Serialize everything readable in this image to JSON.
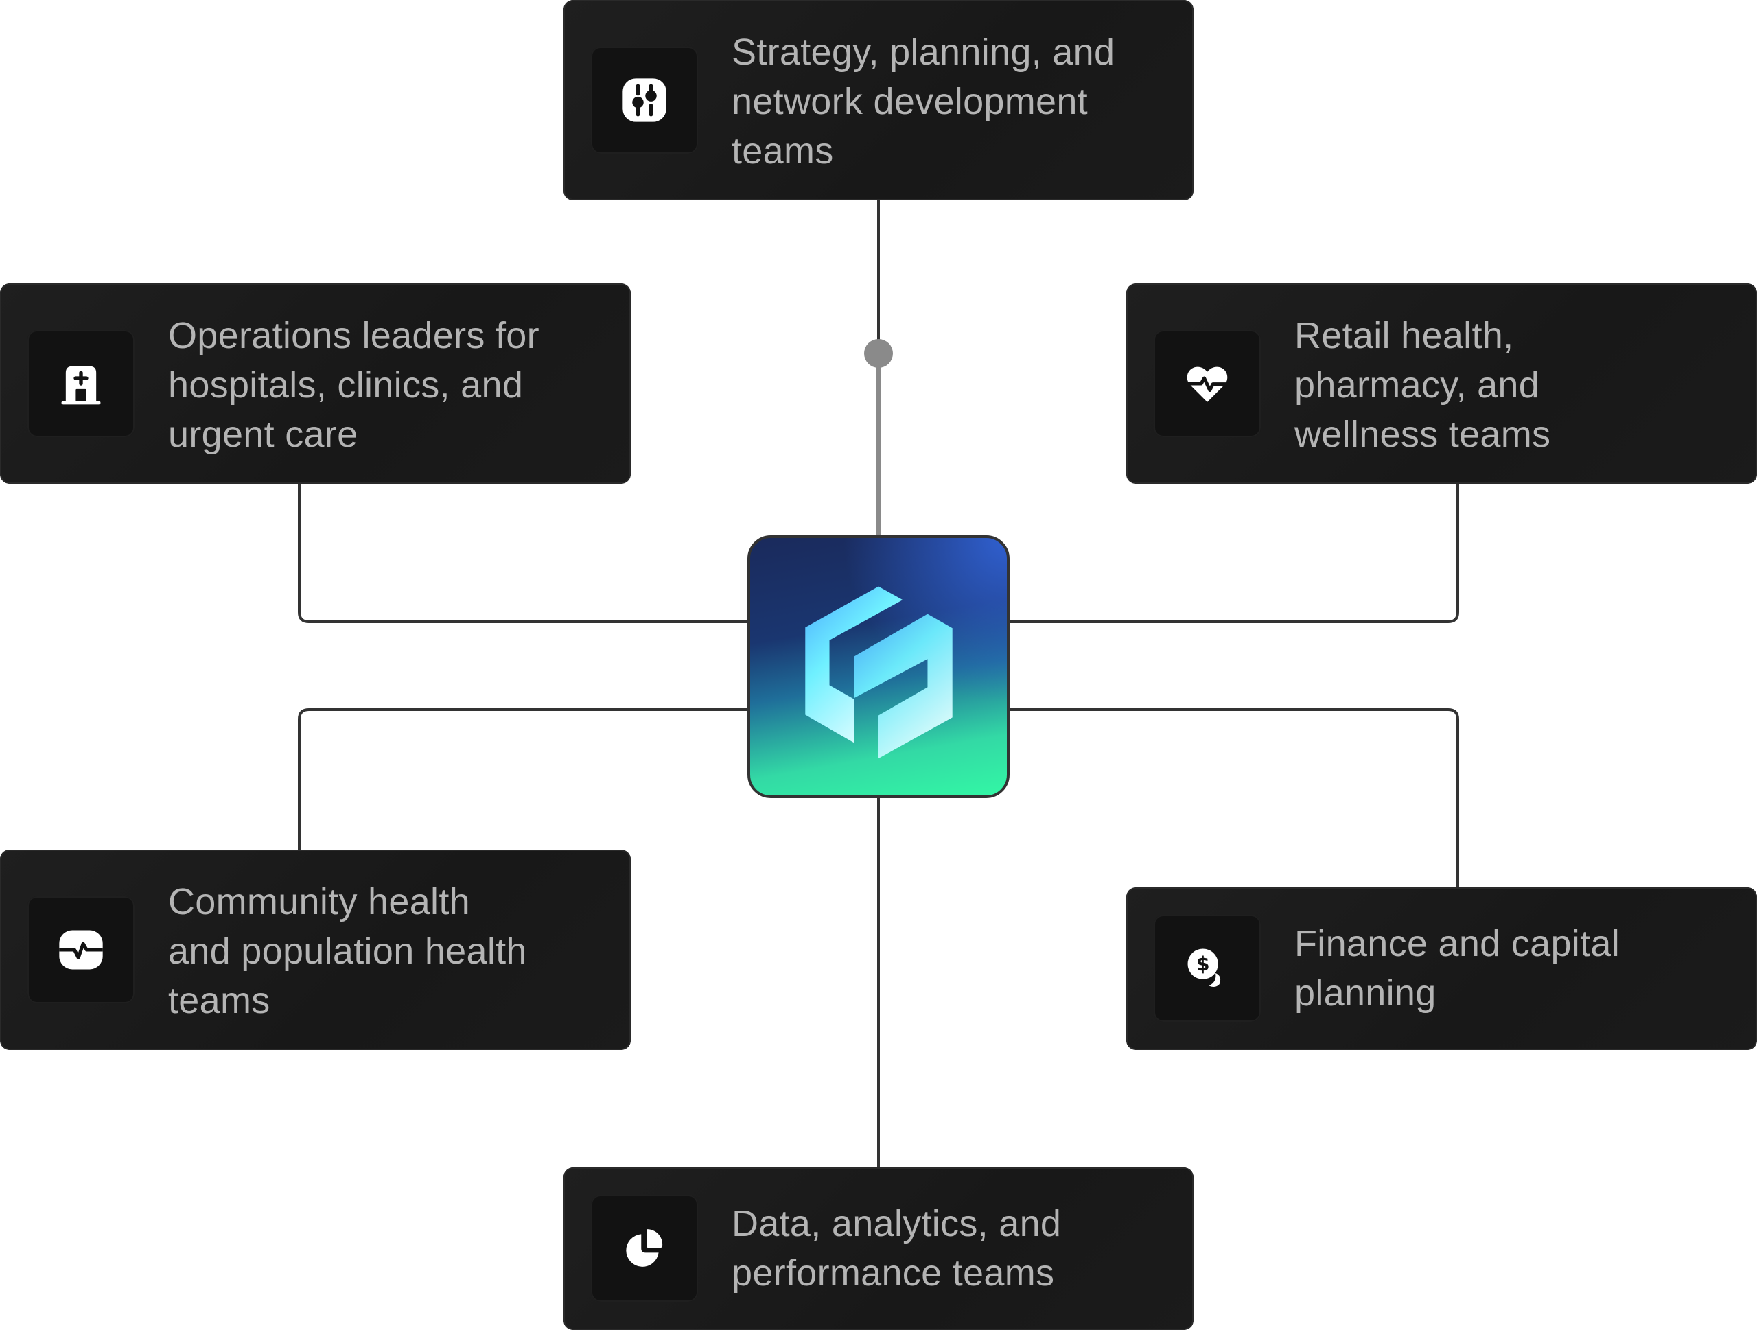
{
  "diagram": {
    "center": {
      "name": "logo",
      "colors": {
        "top": "#1a2a5c",
        "accent": "#3060d0",
        "bottom": "#33f7a5",
        "mark_light": "#d8fbff",
        "mark_blue": "#4aa8ff"
      }
    },
    "colors": {
      "card_bg": "#1b1b1b",
      "icon_bg": "#121212",
      "text": "#b4b4b4",
      "connector": "#333333",
      "connector_active": "#8a8a8a"
    },
    "cards": [
      {
        "id": "strategy",
        "icon": "sliders-icon",
        "label": "Strategy, planning, and\nnetwork development\nteams"
      },
      {
        "id": "operations",
        "icon": "hospital-icon",
        "label": "Operations leaders for\nhospitals, clinics, and\nurgent care"
      },
      {
        "id": "retail",
        "icon": "heart-pulse-icon",
        "label": "Retail health,\npharmacy, and\nwellness teams"
      },
      {
        "id": "community",
        "icon": "activity-icon",
        "label": "Community health\nand population health\nteams"
      },
      {
        "id": "finance",
        "icon": "coins-dollar-icon",
        "label": "Finance and capital\nplanning"
      },
      {
        "id": "data",
        "icon": "pie-chart-icon",
        "label": "Data, analytics, and\nperformance teams"
      }
    ]
  }
}
